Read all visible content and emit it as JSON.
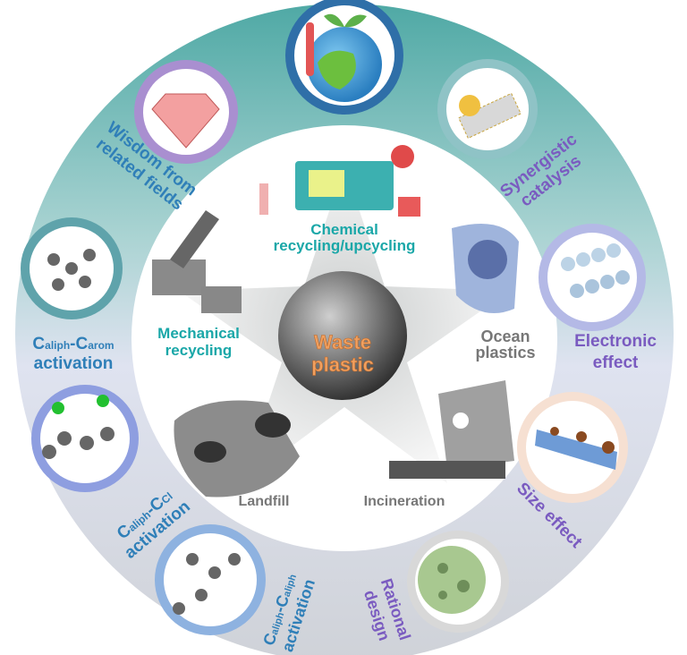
{
  "center": {
    "line1": "Waste",
    "line2": "plastic"
  },
  "routes": {
    "chemical": {
      "line1": "Chemical",
      "line2": "recycling/upcycling"
    },
    "mechanical": {
      "line1": "Mechanical",
      "line2": "recycling"
    },
    "ocean": {
      "line1": "Ocean",
      "line2": "plastics"
    },
    "landfill": "Landfill",
    "incineration": "Incineration"
  },
  "strategies": {
    "wisdom": {
      "line1": "Wisdom from",
      "line2": "related fields"
    },
    "synergistic": {
      "line1": "Synergistic",
      "line2": "catalysis"
    },
    "electronic": {
      "line1": "Electronic",
      "line2": "effect"
    },
    "size": "Size effect",
    "rational": {
      "line1": "Rational",
      "line2": "design"
    },
    "carom": {
      "c1": "C",
      "s1": "aliph",
      "dash": "-C",
      "s2": "arom",
      "line2": "activation"
    },
    "ccl": {
      "c1": "C",
      "s1": "aliph",
      "dash": "-C",
      "s2": "Cl",
      "line2": "activation"
    },
    "caliph": {
      "c1": "C",
      "s1": "aliph",
      "dash": "-C",
      "s2": "aliph",
      "line2": "activation"
    }
  },
  "colors": {
    "ring_top": "#5fb3ae",
    "ring_bottom": "#e2e4ee",
    "label_blue": "#2f7fb8",
    "label_purple": "#7a5bc0",
    "label_teal": "#1aa7a8"
  }
}
